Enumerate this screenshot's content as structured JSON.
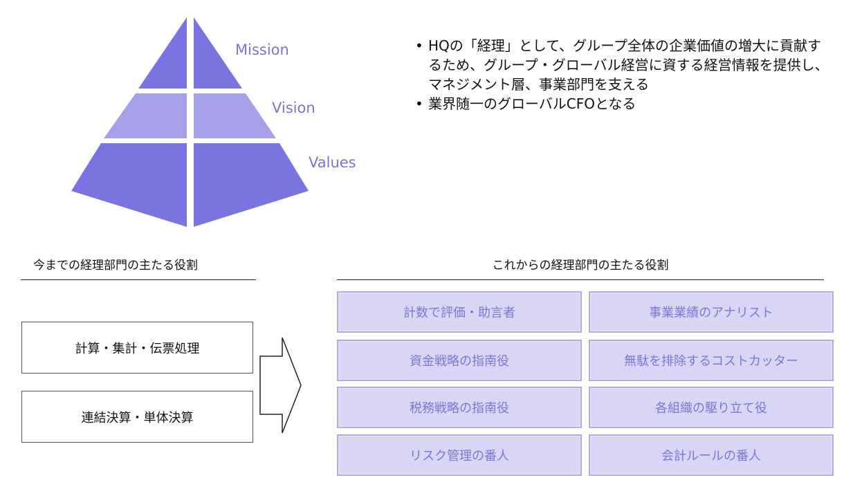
{
  "pyramid": {
    "levels": [
      {
        "label": "Mission",
        "color": "#7a74e0"
      },
      {
        "label": "Vision",
        "color": "#a5a0e8"
      },
      {
        "label": "Values",
        "color": "#7a74e0"
      }
    ],
    "label_color": "#7c72d8"
  },
  "bullets": [
    "HQの「経理」として、グループ全体の企業価値の増大に貢献するため、グループ・グローバル経営に資する経営情報を提供し、マネジメント層、事業部門を支える",
    "業界随一のグローバルCFOとなる"
  ],
  "current_roles": {
    "title": "今までの経理部門の主たる役割",
    "items": [
      "計算・集計・伝票処理",
      "連結決算・単体決算"
    ]
  },
  "future_roles": {
    "title": "これからの経理部門の主たる役割",
    "items": [
      "計数で評価・助言者",
      "事業業績のアナリスト",
      "資金戦略の指南役",
      "無駄を排除するコストカッター",
      "税務戦略の指南役",
      "各組織の駆り立て役",
      "リスク管理の番人",
      "会計ルールの番人"
    ],
    "box_fill": "#d9d6f5",
    "box_border": "#b0abe4",
    "text_color": "#7d76d4"
  }
}
